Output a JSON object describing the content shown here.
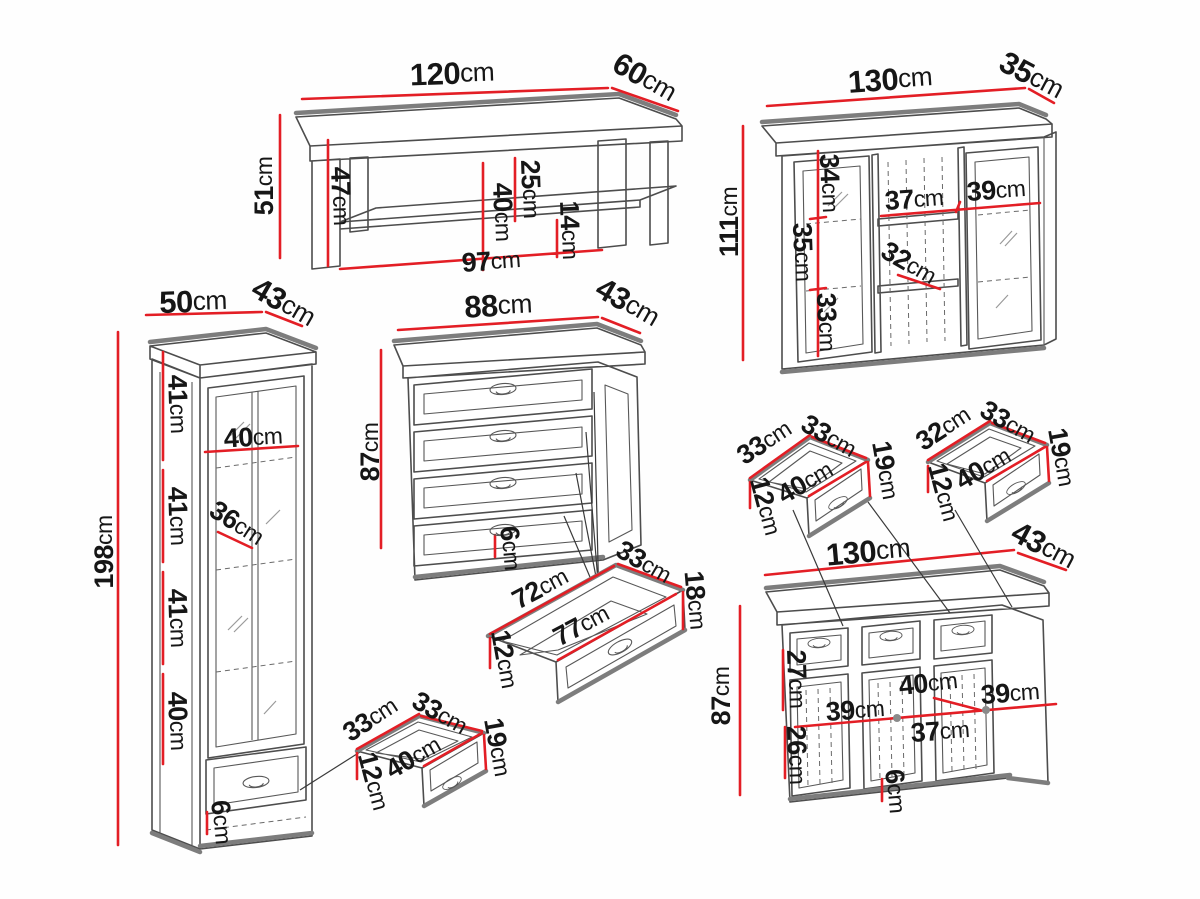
{
  "title": "Furniture set dimension diagram",
  "colors": {
    "dimension_line": "#e31e25",
    "outline": "#4d4d4d",
    "shadow_edge": "#7d7d7d",
    "label_text": "#161616",
    "background": "#ffffff"
  },
  "items": {
    "coffee_table": {
      "name": "coffee-table",
      "width": "120cm",
      "depth": "60cm",
      "height": "51cm",
      "inner_height": "47cm",
      "shelf_clearance": "40cm",
      "top_gap": "25cm",
      "bottom_gap": "14cm",
      "inner_width": "97cm"
    },
    "wall_cabinet": {
      "name": "wall-display-cabinet",
      "width": "130cm",
      "depth": "35cm",
      "height": "111cm",
      "top_section": "34cm",
      "middle_section": "35cm",
      "bottom_section": "33cm",
      "middle_width": "37cm",
      "door_width": "39cm",
      "shelf_depth": "32cm"
    },
    "tall_cabinet": {
      "name": "tall-display-cabinet",
      "width": "50cm",
      "depth": "43cm",
      "height": "198cm",
      "section_1": "41cm",
      "shelf_width": "40cm",
      "section_2": "41cm",
      "shelf_depth": "36cm",
      "section_3": "41cm",
      "section_4": "40cm",
      "base_height": "6cm"
    },
    "chest": {
      "name": "chest-of-drawers",
      "width": "88cm",
      "depth": "43cm",
      "height": "87cm",
      "base_height": "6cm"
    },
    "chest_drawer": {
      "name": "pulled-out-drawer",
      "back_width": "72cm",
      "side_depth": "33cm",
      "front_height": "18cm",
      "front_width": "77cm",
      "side_height": "12cm"
    },
    "tall_cabinet_drawer": {
      "name": "small-drawer",
      "side_depth": "33cm",
      "back_depth": "33cm",
      "front_width": "40cm",
      "side_height": "12cm",
      "front_height": "19cm"
    },
    "sideboard_drawer_a": {
      "name": "small-drawer",
      "side_depth": "33cm",
      "back_depth": "33cm",
      "front_width": "40cm",
      "side_height": "12cm",
      "front_height": "19cm"
    },
    "sideboard_drawer_b": {
      "name": "small-drawer",
      "side_depth": "32cm",
      "back_depth": "33cm",
      "front_width": "40cm",
      "side_height": "12cm",
      "front_height": "19cm"
    },
    "sideboard": {
      "name": "sideboard",
      "width": "130cm",
      "depth": "43cm",
      "height": "87cm",
      "drawer_section_height": "27cm",
      "door_section_height": "26cm",
      "left_door_width": "39cm",
      "middle_door_width": "40cm",
      "right_door_width": "39cm",
      "middle_inner_width": "37cm",
      "base_height": "6cm"
    }
  }
}
